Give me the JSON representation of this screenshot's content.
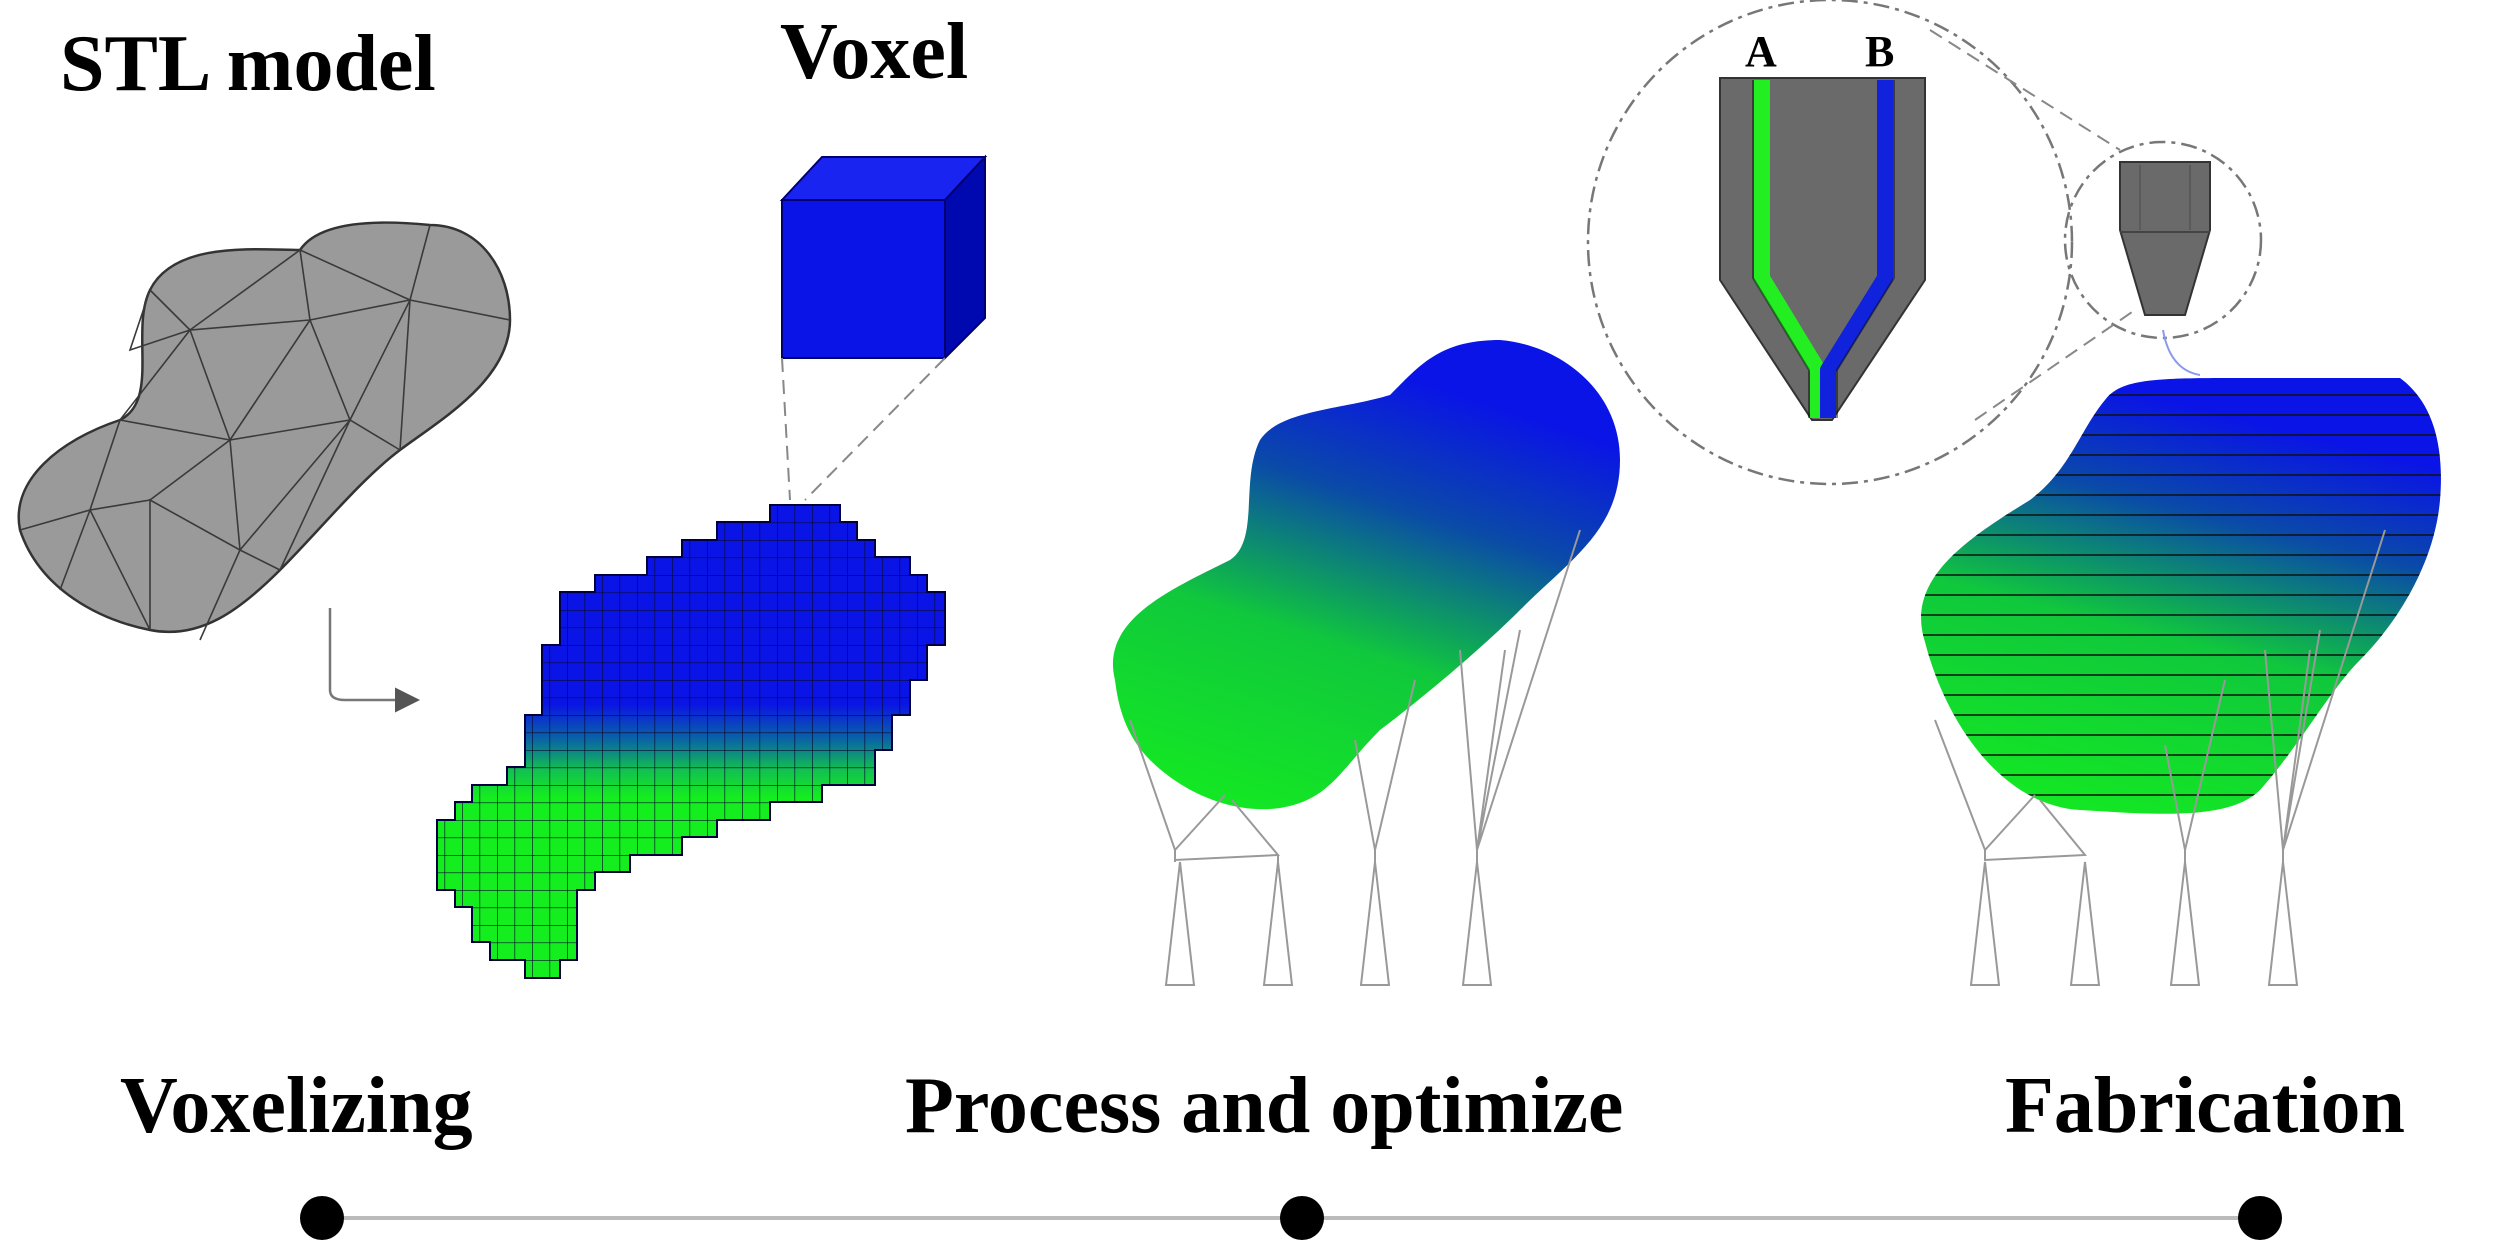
{
  "labels": {
    "stl_model": "STL model",
    "voxel": "Voxel",
    "voxelizing": "Voxelizing",
    "process": "Process and optimize",
    "fabrication": "Fabrication",
    "nozzle_a": "A",
    "nozzle_b": "B"
  },
  "colors": {
    "mesh_gray": "#9a9a9a",
    "voxel_blue": "#0a14e6",
    "voxel_green": "#14ee1e",
    "nozzle_gray": "#6a6a6a",
    "channel_green": "#22ee22",
    "channel_blue": "#1122dd"
  },
  "timeline": {
    "stages": [
      "Voxelizing",
      "Process and optimize",
      "Fabrication"
    ]
  }
}
